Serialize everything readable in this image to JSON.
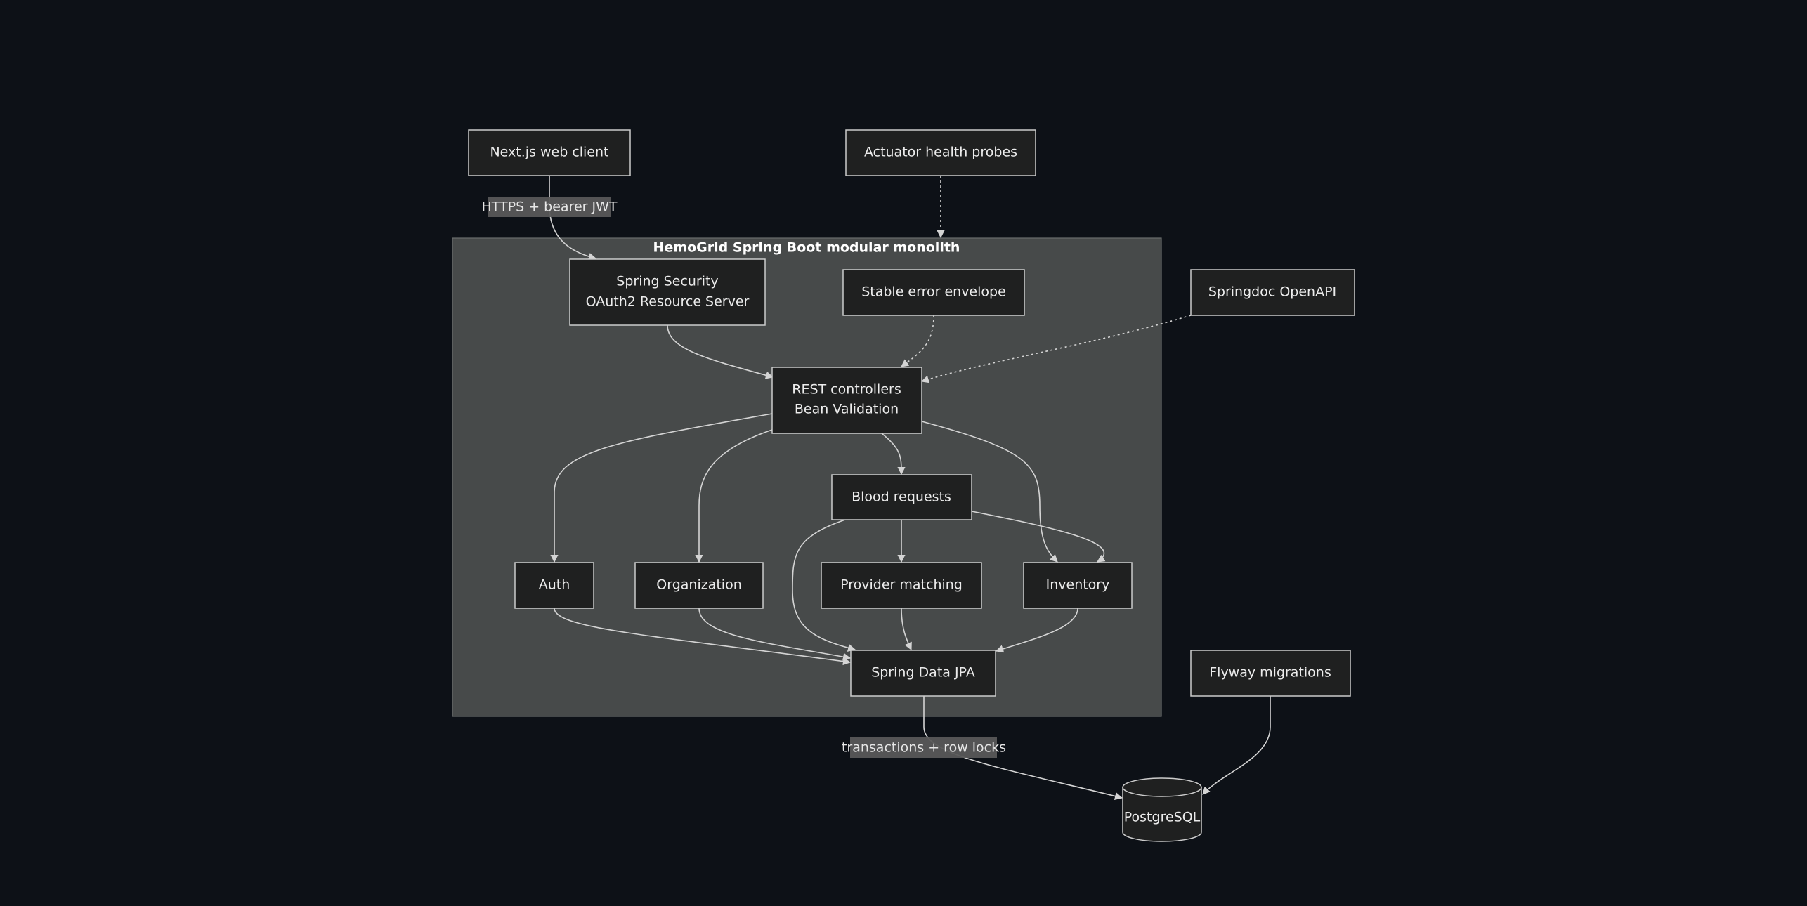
{
  "cluster": {
    "title": "HemoGrid Spring Boot modular monolith"
  },
  "nodes": {
    "nextjs": [
      "Next.js web client"
    ],
    "actuator": [
      "Actuator health probes"
    ],
    "security": [
      "Spring Security",
      "OAuth2 Resource Server"
    ],
    "error_envelope": [
      "Stable error envelope"
    ],
    "springdoc": [
      "Springdoc OpenAPI"
    ],
    "rest": [
      "REST controllers",
      "Bean Validation"
    ],
    "blood_requests": [
      "Blood requests"
    ],
    "auth": [
      "Auth"
    ],
    "organization": [
      "Organization"
    ],
    "provider_matching": [
      "Provider matching"
    ],
    "inventory": [
      "Inventory"
    ],
    "jpa": [
      "Spring Data JPA"
    ],
    "flyway": [
      "Flyway migrations"
    ],
    "postgres": [
      "PostgreSQL"
    ]
  },
  "edge_labels": {
    "https_jwt": "HTTPS + bearer JWT",
    "transactions": "transactions + row locks"
  },
  "colors": {
    "background": "#0d1117",
    "cluster_fill": "#474a4a",
    "node_fill": "#1f2020",
    "node_stroke": "#cccccc",
    "edge": "#d4d4d4"
  }
}
